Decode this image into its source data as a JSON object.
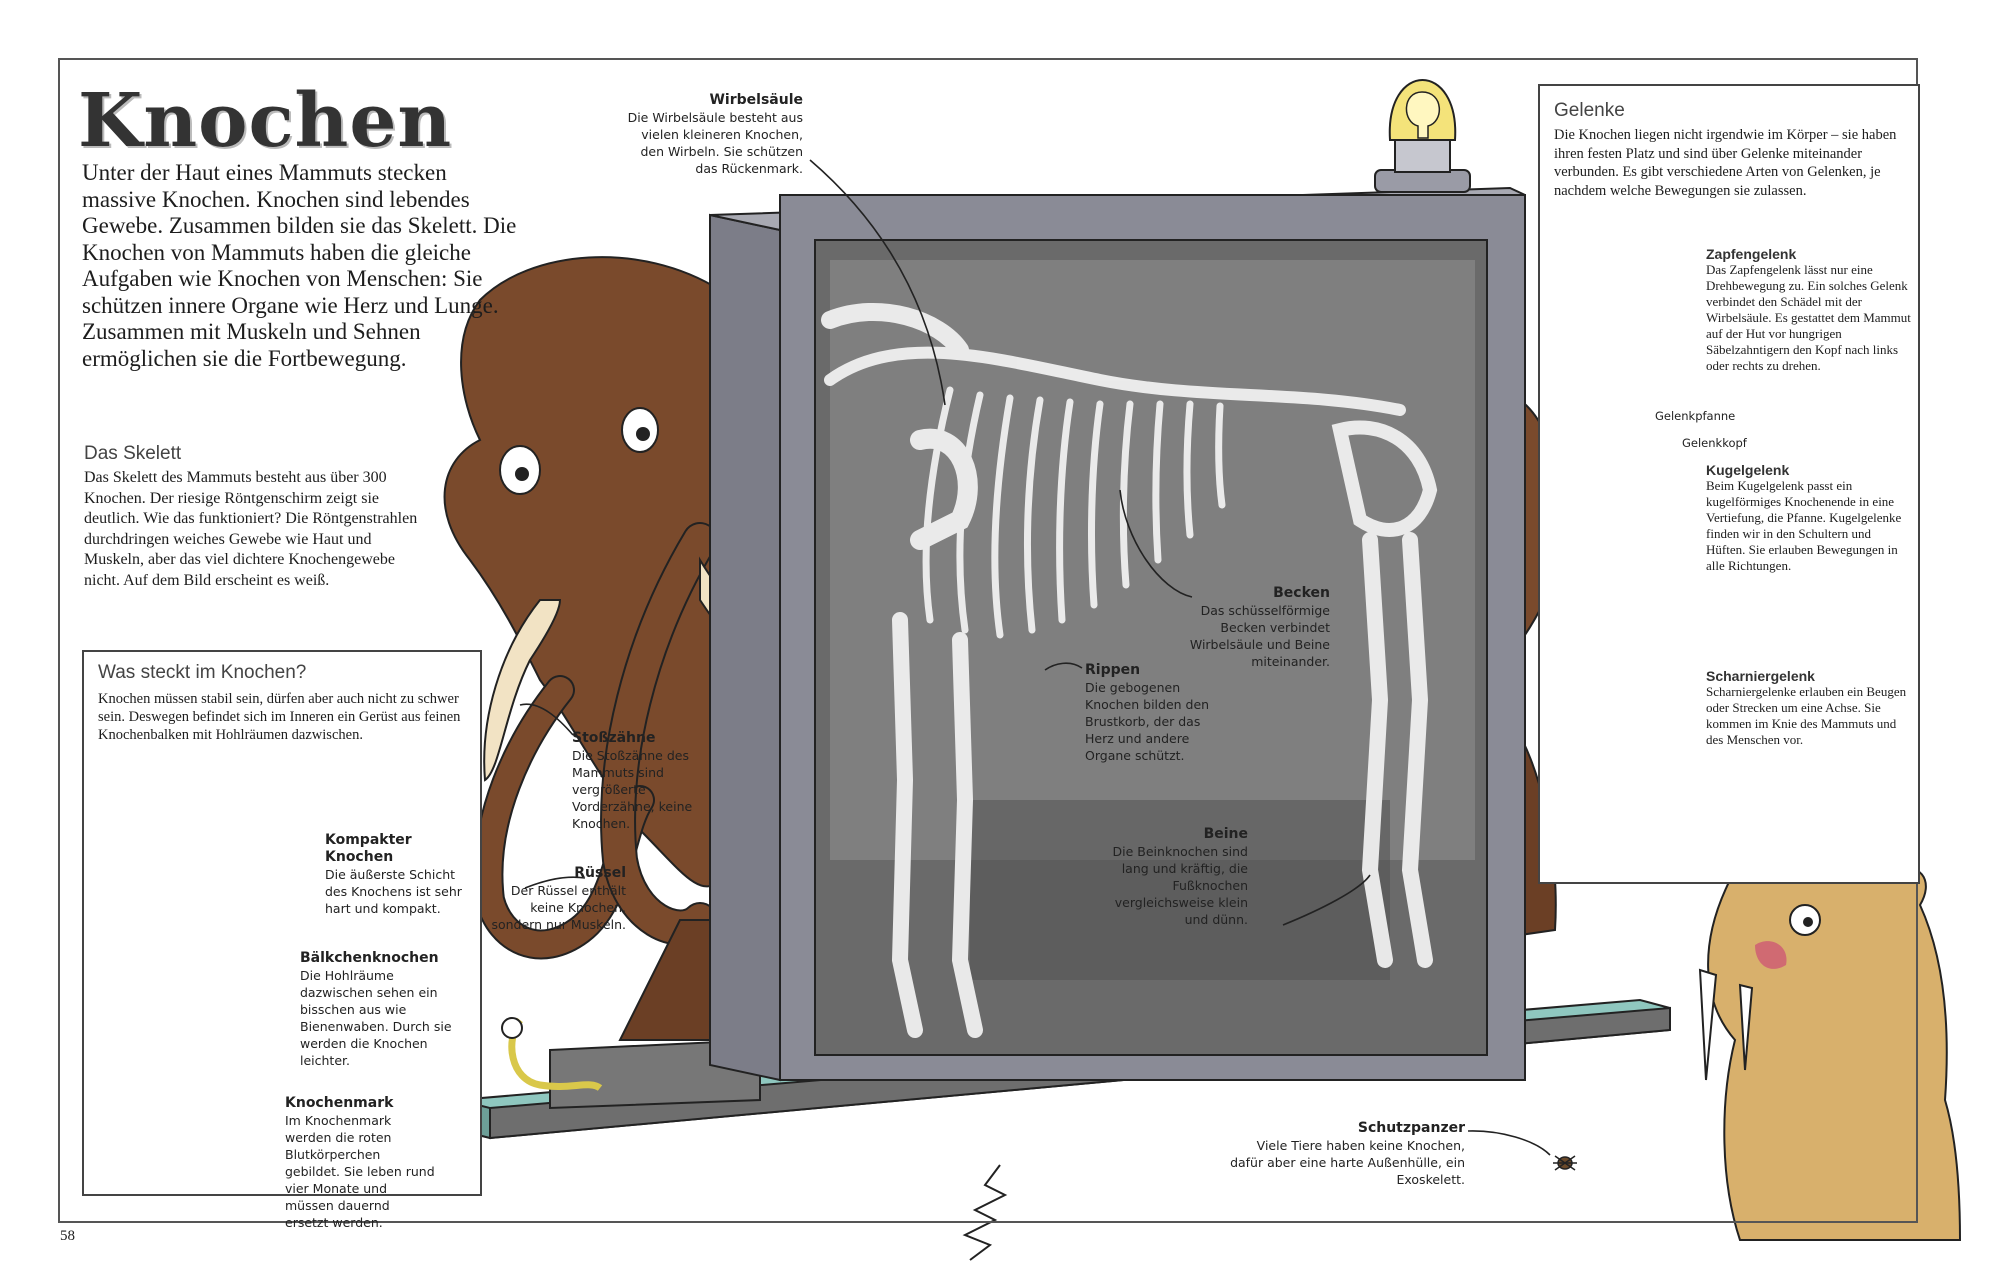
{
  "title": "Knochen",
  "intro": "Unter der Haut eines Mammuts stecken massive Knochen. Knochen sind lebendes Gewebe. Zusammen bilden sie das Skelett. Die Knochen von Mammuts haben die gleiche Aufgaben wie Knochen von Menschen: Sie schützen innere Organe wie Herz und Lunge. Zusammen mit Muskeln und Sehnen ermöglichen sie die Fortbewegung.",
  "skelett": {
    "heading": "Das Skelett",
    "text": "Das Skelett des Mammuts besteht aus über 300 Knochen. Der riesige Röntgenschirm zeigt sie deutlich. Wie das funktioniert? Die Röntgenstrahlen durchdringen weiches Gewebe wie Haut und Muskeln, aber das viel dichtere Knochengewebe nicht. Auf dem Bild erscheint es weiß."
  },
  "knochen_box": {
    "heading": "Was steckt im Knochen?",
    "text": "Knochen müssen stabil sein, dürfen aber auch nicht zu schwer sein. Deswegen befindet sich im Inneren ein Gerüst aus feinen Knochenbalken mit Hohlräumen dazwischen.",
    "kompakt_label": "Kompakter Knochen",
    "kompakt_text": "Die äußerste Schicht des Knochens ist sehr hart und kompakt.",
    "baelkchen_label": "Bälkchenknochen",
    "baelkchen_text": "Die Hohlräume dazwischen sehen ein bisschen aus wie Bienenwaben. Durch sie werden die Knochen leichter.",
    "mark_label": "Knochenmark",
    "mark_text": "Im Knochenmark werden die roten Blutkörperchen gebildet. Sie leben rund vier Monate und müssen dauernd ersetzt werden."
  },
  "annotations": {
    "wirbelsaeule_label": "Wirbelsäule",
    "wirbelsaeule_text": "Die Wirbelsäule besteht aus vielen kleineren Knochen, den Wirbeln. Sie schützen das Rückenmark.",
    "becken_label": "Becken",
    "becken_text": "Das schüsselförmige Becken verbindet Wirbelsäule und Beine miteinander.",
    "rippen_label": "Rippen",
    "rippen_text": "Die gebogenen Knochen bilden den Brustkorb, der das Herz und andere Organe schützt.",
    "stosszaehne_label": "Stoßzähne",
    "stosszaehne_text": "Die Stoßzähne des Mammuts sind vergrößerte Vorderzähne, keine Knochen.",
    "ruessel_label": "Rüssel",
    "ruessel_text": "Der Rüssel enthält keine Knochen, sondern nur Muskeln.",
    "beine_label": "Beine",
    "beine_text": "Die Beinknochen sind lang und kräftig, die Fußknochen vergleichsweise klein und dünn.",
    "schutzpanzer_label": "Schutzpanzer",
    "schutzpanzer_text": "Viele Tiere haben keine Knochen, dafür aber eine harte Außenhülle, ein Exoskelett."
  },
  "gelenke": {
    "heading": "Gelenke",
    "text": "Die Knochen liegen nicht irgendwie im Körper – sie haben ihren festen Platz und sind über Gelenke miteinander verbunden. Es gibt verschiedene Arten von Gelenken, je nachdem welche Bewegungen sie zulassen.",
    "zapfen_label": "Zapfengelenk",
    "zapfen_text": "Das Zapfengelenk lässt nur eine Drehbewegung zu. Ein solches Gelenk verbindet den Schädel mit der Wirbelsäule. Es gestattet dem Mammut auf der Hut vor hungrigen Säbelzahntigern den Kopf nach links oder rechts zu drehen.",
    "pfanne_label": "Gelenkpfanne",
    "kopf_label": "Gelenkkopf",
    "kugel_label": "Kugelgelenk",
    "kugel_text": "Beim Kugelgelenk passt ein kugelförmiges Knochenende in eine Vertiefung, die Pfanne. Kugelgelenke finden wir in den Schultern und Hüften. Sie erlauben Bewegungen in alle Richtungen.",
    "scharnier_label": "Scharniergelenk",
    "scharnier_text": "Scharniergelenke erlauben ein Beugen oder Strecken um eine Achse. Sie kommen im Knie des Mammuts und des Menschen vor."
  },
  "page_number": "58",
  "colors": {
    "fur": "#7a4a2c",
    "screen_frame": "#8a8b96",
    "xray": "#6e6e6e",
    "base": "#8fc7bf",
    "bone": "#f2e3c4",
    "tiger": "#d8b06c"
  }
}
